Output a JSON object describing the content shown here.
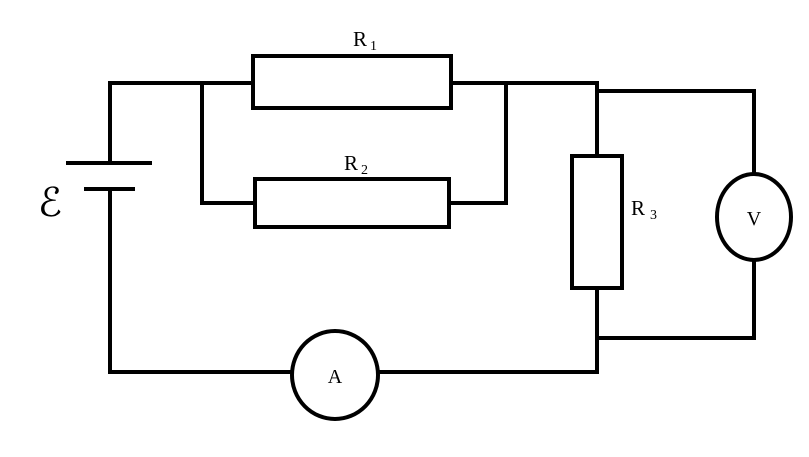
{
  "components": {
    "r1": {
      "letter": "R",
      "subscript": "1"
    },
    "r2": {
      "letter": "R",
      "subscript": "2"
    },
    "r3": {
      "letter": "R",
      "subscript": "3"
    },
    "ammeter": {
      "symbol": "A"
    },
    "voltmeter": {
      "symbol": "V"
    },
    "source": {
      "symbol": "ℰ"
    }
  },
  "colors": {
    "line": "#000000",
    "background": "#ffffff"
  }
}
